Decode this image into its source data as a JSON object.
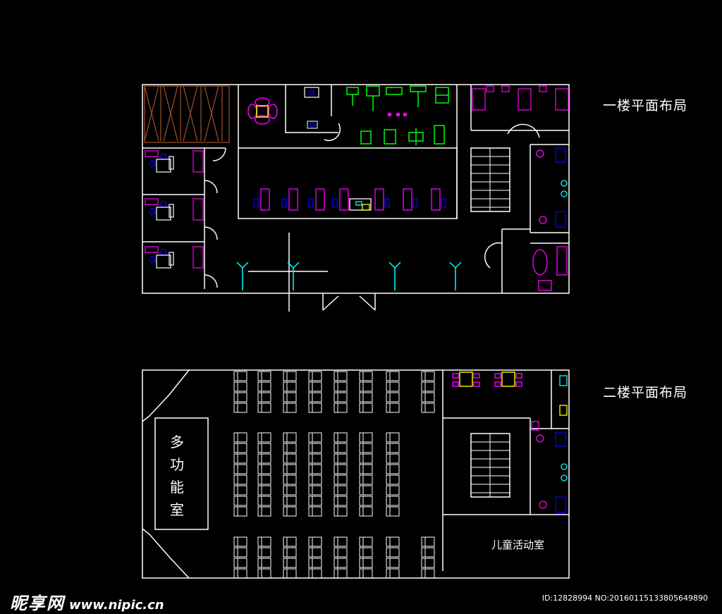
{
  "floor1": {
    "title": "一楼平面布局"
  },
  "floor2": {
    "title": "二楼平面布局",
    "multi_room_chars": [
      "多",
      "功",
      "能",
      "室"
    ],
    "kids_room": "儿童活动室"
  },
  "watermark": {
    "brand": "昵享网",
    "site": "www.nipic.cn",
    "id_text": "ID:12828994 NO:20160115133805649890"
  },
  "colors": {
    "background": "#000000",
    "walls": "#ffffff",
    "furniture_magenta": "#ff00ff",
    "furniture_blue": "#0000ff",
    "gym_green": "#00ff00",
    "table_yellow": "#ffff00",
    "plant_cyan": "#00ffff",
    "wood_brown": "#a0522d"
  }
}
